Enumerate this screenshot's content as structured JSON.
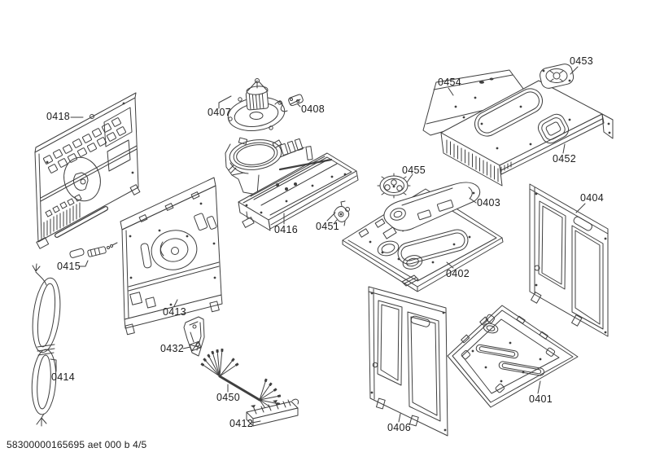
{
  "document": {
    "kind": "exploded-parts-diagram"
  },
  "colors": {
    "background": "#ffffff",
    "line": "#3f3f3f",
    "text": "#1b1b1b"
  },
  "footer": {
    "code": "58300000165695 aet 000 b 4/5"
  },
  "parts": [
    {
      "label": "0418"
    },
    {
      "label": "0407"
    },
    {
      "label": "0408"
    },
    {
      "label": "0454"
    },
    {
      "label": "0453"
    },
    {
      "label": "0452"
    },
    {
      "label": "0455"
    },
    {
      "label": "0403"
    },
    {
      "label": "0404"
    },
    {
      "label": "0416"
    },
    {
      "label": "0451"
    },
    {
      "label": "0415"
    },
    {
      "label": "0402"
    },
    {
      "label": "0413"
    },
    {
      "label": "0432"
    },
    {
      "label": "0414"
    },
    {
      "label": "0450"
    },
    {
      "label": "0412"
    },
    {
      "label": "0406"
    },
    {
      "label": "0401"
    }
  ]
}
